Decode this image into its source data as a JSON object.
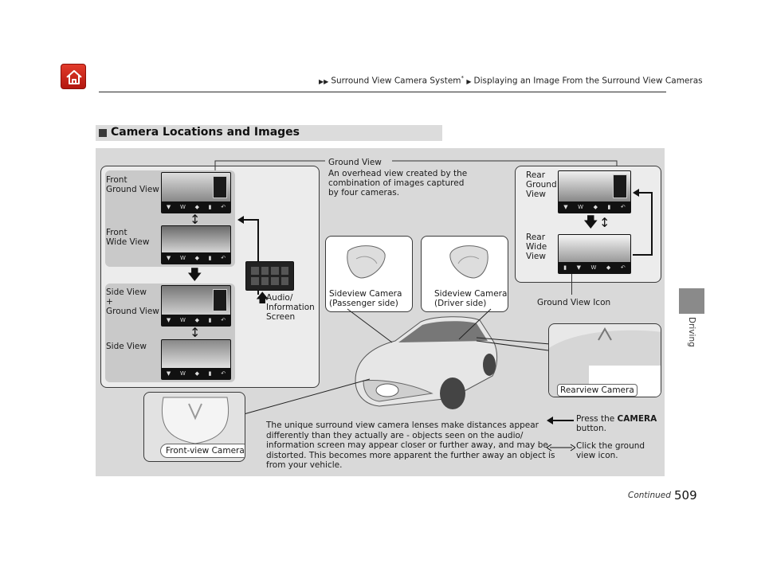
{
  "header": {
    "breadcrumb_1": "Surround View Camera System",
    "breadcrumb_star": "*",
    "breadcrumb_2": "Displaying an Image From the Surround View Cameras"
  },
  "side_tab": {
    "label": "Driving"
  },
  "section": {
    "title": "Camera Locations and Images"
  },
  "left_panel": {
    "front_ground_view": [
      "Front",
      "Ground View"
    ],
    "front_wide_view": [
      "Front",
      "Wide View"
    ],
    "side_ground_view": [
      "Side View",
      "+",
      "Ground View"
    ],
    "side_view": "Side View",
    "screen_bar_icons": [
      "▼",
      "W",
      "◆",
      "▮",
      "↶"
    ]
  },
  "audio_screen": {
    "lines": [
      "Audio/",
      "Information",
      "Screen"
    ]
  },
  "ground_view": {
    "title": "Ground View",
    "description": [
      "An overhead view created by the",
      "combination of images captured",
      "by four cameras."
    ]
  },
  "right_panel": {
    "rear_ground_view": [
      "Rear",
      "Ground",
      "View"
    ],
    "rear_wide_view": [
      "Rear",
      "Wide",
      "View"
    ],
    "ground_view_icon": "Ground View Icon"
  },
  "cameras": {
    "sideview_passenger": [
      "Sideview Camera",
      "(Passenger side)"
    ],
    "sideview_driver": [
      "Sideview Camera",
      "(Driver side)"
    ],
    "rearview": "Rearview Camera",
    "front_view": "Front-view Camera"
  },
  "note": [
    "The unique surround view camera lenses make distances appear",
    "differently than they actually are - objects seen on the audio/",
    "information screen may appear closer or further away, and may be",
    "distorted. This becomes more apparent the further away an object is",
    "from your vehicle."
  ],
  "legend": {
    "press_prefix": "Press the ",
    "press_bold": "CAMERA",
    "press_suffix": "button.",
    "click_lines": [
      "Click the ground",
      "view icon."
    ]
  },
  "footer": {
    "continued": "Continued",
    "page": "509"
  }
}
